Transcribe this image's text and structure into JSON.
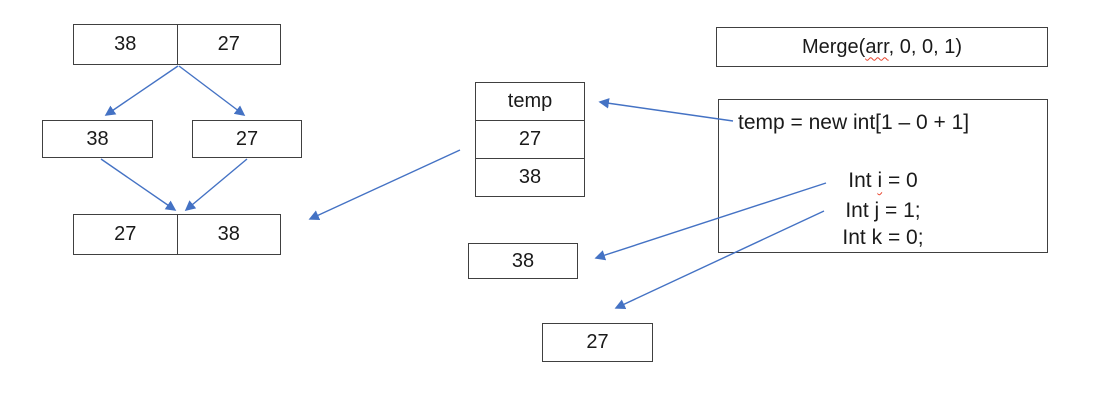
{
  "colors": {
    "arrow_blue": "#4472C4",
    "box_border": "#404040",
    "squiggle_red": "#e8442d"
  },
  "left_diagram": {
    "top_row": [
      "38",
      "27"
    ],
    "split_left": "38",
    "split_right": "27",
    "merged_row": [
      "27",
      "38"
    ]
  },
  "temp_table": {
    "header": "temp",
    "rows": [
      "27",
      "38"
    ]
  },
  "result_boxes": {
    "first": "38",
    "second": "27"
  },
  "merge_call": {
    "prefix": "Merge(",
    "misspelled": "arr",
    "suffix": ", 0, 0, 1)"
  },
  "code_box": {
    "line1": "temp = new int[1 – 0 + 1]",
    "line2_prefix": "Int ",
    "line2_misspelled": "i",
    "line2_suffix": " = 0",
    "line3": "Int j = 1;",
    "line4": "Int k = 0;"
  }
}
